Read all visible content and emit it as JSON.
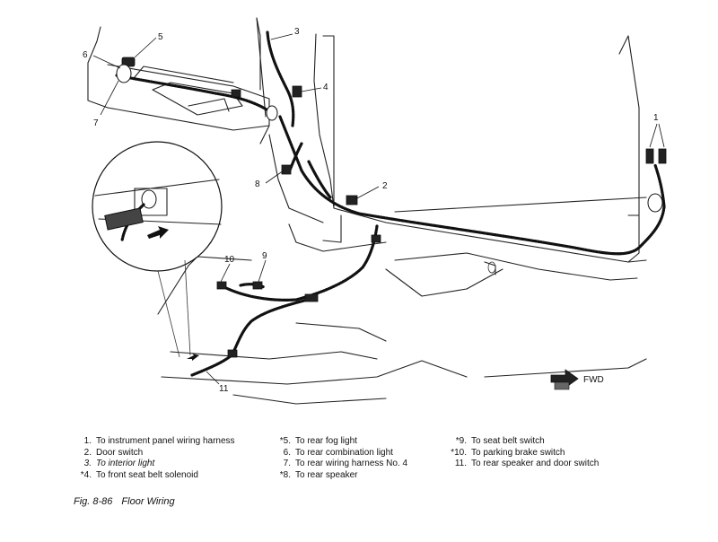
{
  "figure": {
    "number": "Fig. 8-86",
    "title": "Floor Wiring"
  },
  "direction_label": "FWD",
  "callouts": {
    "c1": "1",
    "c2": "2",
    "c3": "3",
    "c4": "4",
    "c5": "5",
    "c6": "6",
    "c7": "7",
    "c8": "8",
    "c9": "9",
    "c10": "10",
    "c11": "11"
  },
  "legend": {
    "col1": [
      {
        "num": "1.",
        "text": "To instrument panel wiring harness"
      },
      {
        "num": "2.",
        "text": "Door switch"
      },
      {
        "num": "3.",
        "text": "To interior light"
      },
      {
        "num": "*4.",
        "text": "To front seat belt solenoid"
      }
    ],
    "col2": [
      {
        "num": "*5.",
        "text": "To rear fog light"
      },
      {
        "num": "6.",
        "text": "To rear combination light"
      },
      {
        "num": "7.",
        "text": "To rear wiring harness No. 4"
      },
      {
        "num": "*8.",
        "text": "To rear speaker"
      }
    ],
    "col3": [
      {
        "num": "*9.",
        "text": "To seat belt switch"
      },
      {
        "num": "*10.",
        "text": "To parking brake switch"
      },
      {
        "num": "11.",
        "text": "To rear speaker and door switch"
      }
    ]
  }
}
